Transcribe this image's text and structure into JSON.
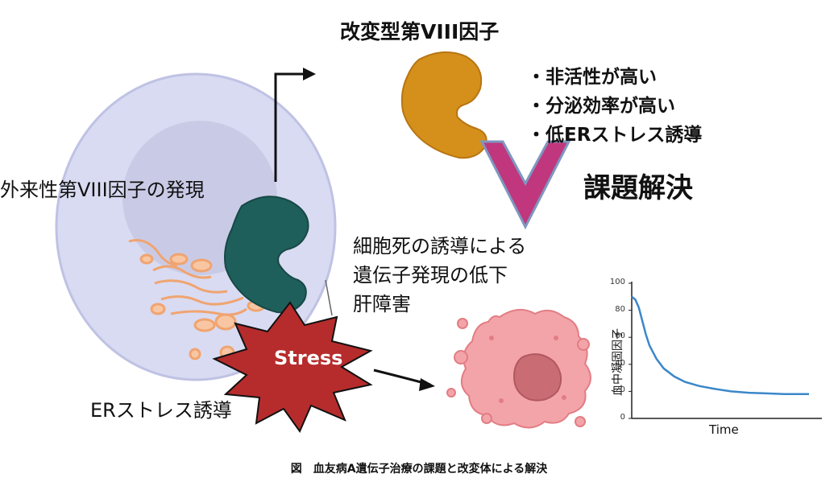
{
  "modified_title": "改変型第VIII因子",
  "bullets": [
    "・非活性が高い",
    "・分泌効率が高い",
    "・低ERストレス誘導"
  ],
  "solution_label": "課題解決",
  "exogenous_label": "外来性第VIII因子の発現",
  "cell_death_lines": [
    "細胞死の誘導による",
    "遺伝子発現の低下",
    "肝障害"
  ],
  "er_stress_label": "ERストレス誘導",
  "stress_label": "Stress",
  "caption": "図　血友病A遺伝子治療の課題と改変体による解決",
  "colors": {
    "cell_outer": "#d9dbf2",
    "nucleus": "#c9cbe6",
    "protein_modified": "#d4901a",
    "protein_original": "#1f5f5b",
    "er": "#f6b787",
    "stress": "#b62c2c",
    "check": "#c0377e",
    "dying_cell": "#f3a4a8",
    "curve": "#3b87c9"
  },
  "chart_data": {
    "type": "line",
    "xlabel": "Time",
    "ylabel": "血中凝固因子",
    "ylim": [
      0,
      100
    ],
    "yticks": [
      0,
      20,
      40,
      60,
      80,
      100
    ],
    "series": [
      {
        "x": [
          0,
          2,
          4,
          6,
          8,
          10,
          14,
          18,
          24,
          30,
          38,
          46,
          56,
          66,
          76,
          86,
          100
        ],
        "y": [
          90,
          88,
          82,
          72,
          62,
          54,
          44,
          37,
          31,
          27,
          24,
          22,
          20,
          19,
          18.5,
          18,
          18
        ]
      }
    ]
  }
}
